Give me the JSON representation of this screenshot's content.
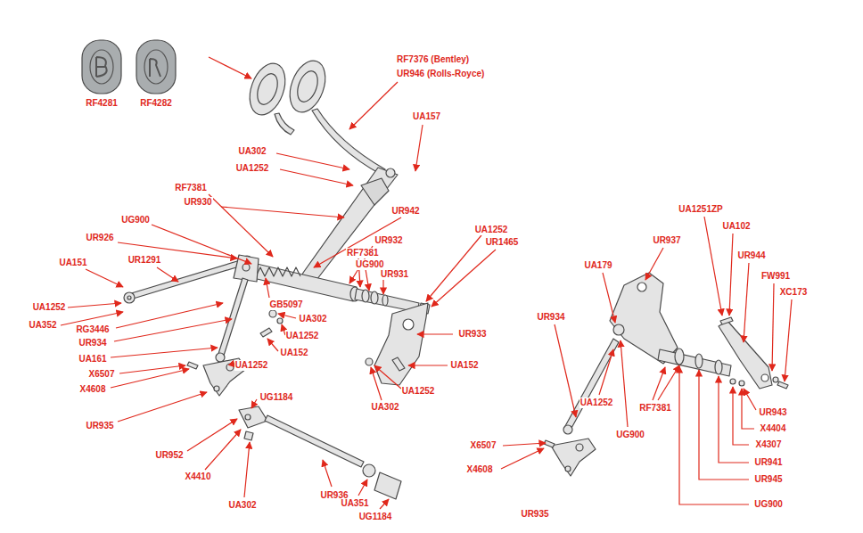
{
  "diagram": {
    "labels": [
      "RF4281",
      "RF4282",
      "RF7376 (Bentley)",
      "UR946 (Rolls-Royce)",
      "UA157",
      "UA302",
      "UA1252",
      "RF7381",
      "UR930",
      "UG900",
      "UR926",
      "UR942",
      "UR1291",
      "UA151",
      "UR932",
      "RF7381",
      "UG900",
      "UR931",
      "UA1252",
      "UR1465",
      "UA1252",
      "UA352",
      "RG3446",
      "UR934",
      "UA161",
      "UA302",
      "UA1252",
      "UA152",
      "GB5097",
      "UR933",
      "UA152",
      "X6507",
      "X4608",
      "UA1252",
      "UG1184",
      "UA1252",
      "UA302",
      "UR935",
      "UR952",
      "X4410",
      "UR936",
      "UA302",
      "UA351",
      "UG1184",
      "UA1251ZP",
      "UA102",
      "UR937",
      "UR944",
      "UA179",
      "FW991",
      "XC173",
      "UR934",
      "UA1252",
      "RF7381",
      "UG900",
      "X6507",
      "X4608",
      "UR935",
      "UR943",
      "X4404",
      "X4307",
      "UR941",
      "UR945",
      "UG900"
    ]
  }
}
